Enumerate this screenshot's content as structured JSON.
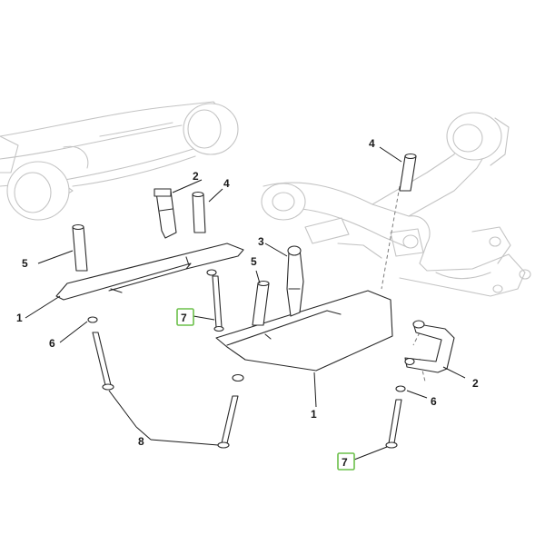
{
  "callouts": {
    "c1_left": "1",
    "c1_right": "1",
    "c2_top": "2",
    "c2_right": "2",
    "c3": "3",
    "c4_left": "4",
    "c4_right": "4",
    "c5_left": "5",
    "c5_mid": "5",
    "c6_left": "6",
    "c6_right": "6",
    "c7_left": "7",
    "c7_right": "7",
    "c8": "8"
  },
  "colors": {
    "highlight_box": "#6cc04a",
    "part_stroke": "#2a2a2a",
    "ghost_stroke": "#c4c4c4"
  }
}
